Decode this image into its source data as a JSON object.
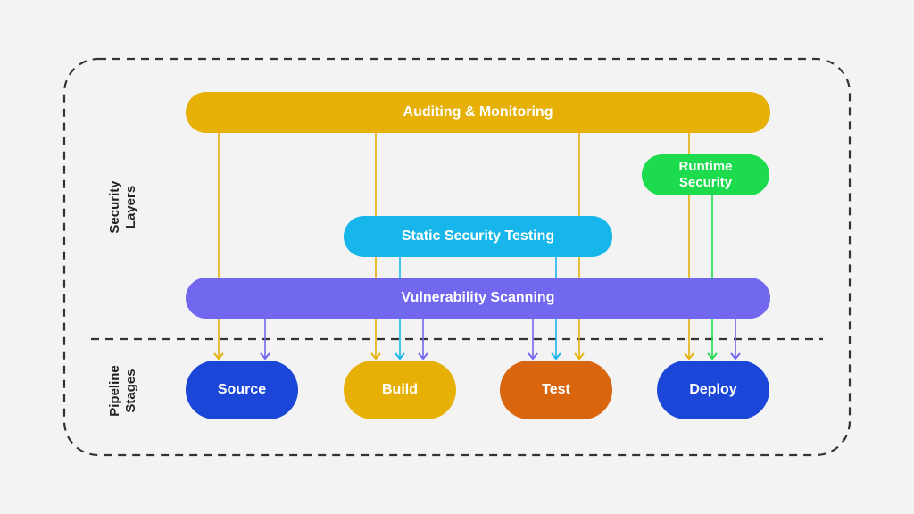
{
  "colors": {
    "auditing": "#e6b007",
    "static": "#17b6ea",
    "runtime": "#1cdb4c",
    "vulnerability": "#7267ef",
    "source": "#1b46d8",
    "build": "#e6b007",
    "test": "#d9650f",
    "deploy": "#1b46d8",
    "frame": "#333333"
  },
  "side_labels": {
    "security": [
      "Security",
      "Layers"
    ],
    "pipeline": [
      "Pipeline",
      "Stages"
    ]
  },
  "layers": {
    "auditing": "Auditing & Monitoring",
    "runtime_line1": "Runtime",
    "runtime_line2": "Security",
    "static": "Static Security Testing",
    "vulnerability": "Vulnerability Scanning"
  },
  "stages": {
    "source": "Source",
    "build": "Build",
    "test": "Test",
    "deploy": "Deploy"
  },
  "connections": [
    {
      "from": "Auditing & Monitoring",
      "to": "Source"
    },
    {
      "from": "Vulnerability Scanning",
      "to": "Source"
    },
    {
      "from": "Auditing & Monitoring",
      "to": "Build"
    },
    {
      "from": "Static Security Testing",
      "to": "Build"
    },
    {
      "from": "Vulnerability Scanning",
      "to": "Build"
    },
    {
      "from": "Vulnerability Scanning",
      "to": "Test"
    },
    {
      "from": "Static Security Testing",
      "to": "Test"
    },
    {
      "from": "Auditing & Monitoring",
      "to": "Test"
    },
    {
      "from": "Auditing & Monitoring",
      "to": "Deploy"
    },
    {
      "from": "Runtime Security",
      "to": "Deploy"
    },
    {
      "from": "Vulnerability Scanning",
      "to": "Deploy"
    }
  ]
}
